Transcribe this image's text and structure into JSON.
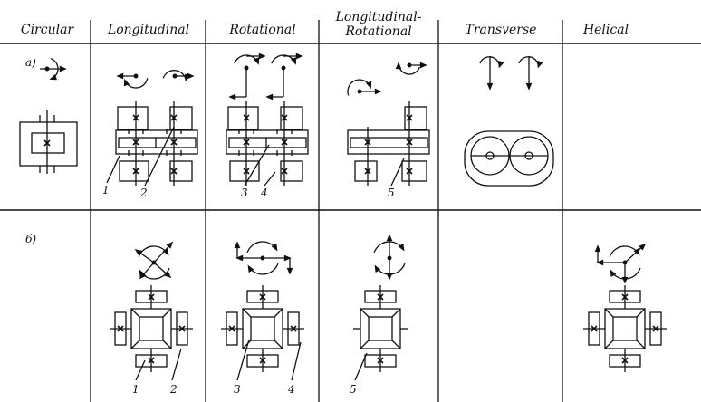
{
  "header": {
    "columns": [
      "Circular",
      "Longitudinal",
      "Rotational",
      "Longitudinal-",
      "Rotational",
      "Transverse",
      "Helical"
    ]
  },
  "rows": {
    "a_label": "a)",
    "b_label": "б)"
  },
  "callouts_a": [
    "1",
    "2",
    "3",
    "4",
    "5"
  ],
  "callouts_b": [
    "1",
    "2",
    "3",
    "4",
    "5"
  ]
}
